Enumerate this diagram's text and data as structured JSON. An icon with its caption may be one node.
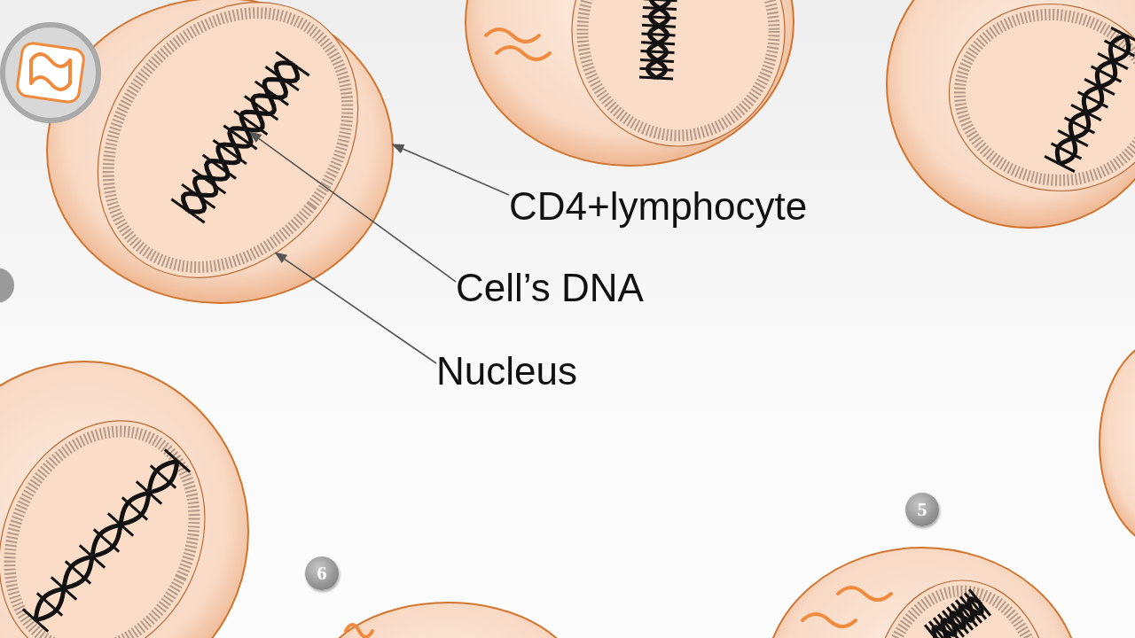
{
  "diagram": {
    "nodes": [
      {
        "text": [],
        "shape": "circle"
      },
      {
        "text": [],
        "shape": "circle",
        "in": 0
      },
      {
        "text": [],
        "shape": "picture",
        "in": 1
      },
      {
        "text": [
          "CD4+lymphocyte"
        ]
      },
      {
        "text": [
          "Cell’s DNA"
        ]
      },
      {
        "text": [
          "Nucleus"
        ]
      }
    ],
    "edges": [
      {
        "from": 3,
        "to": 0,
        "arrow": "to"
      },
      {
        "from": 4,
        "to": 2,
        "arrow": "to"
      },
      {
        "from": 5,
        "to": 1,
        "arrow": "to"
      }
    ],
    "labels": [
      "5",
      "6"
    ]
  }
}
